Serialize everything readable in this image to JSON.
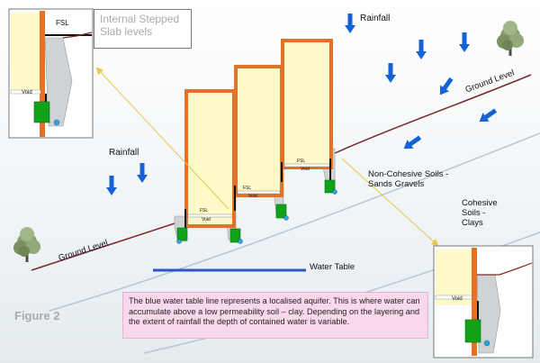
{
  "title": "Internal Stepped Slab levels",
  "figure_label": "Figure 2",
  "labels": {
    "rainfall_top": "Rainfall",
    "rainfall_left": "Rainfall",
    "ground_level_right": "Ground Level",
    "ground_level_left": "Ground Level",
    "non_cohesive": "Non-Cohesive Soils -\nSands Gravels",
    "cohesive": "Cohesive\nSoils -\nClays",
    "water_table": "Water Table",
    "fsl": "FSL",
    "void": "Void"
  },
  "caption": "The blue water table line represents a localised aquifer. This is where water can accumulate  above a low permeability soil – clay. Depending on the layering and the extent of rainfall the depth of contained water is variable.",
  "colors": {
    "wall": "#e2712a",
    "slab_fill": "#fdf9c8",
    "arrow": "#1462d6",
    "water_table": "#2f55c8",
    "footing": "#12a21a",
    "drain": "#2ca9e1",
    "ground_line": "#7a2a26",
    "soil_line": "#b7c7d3",
    "leader": "#e8c84a"
  }
}
